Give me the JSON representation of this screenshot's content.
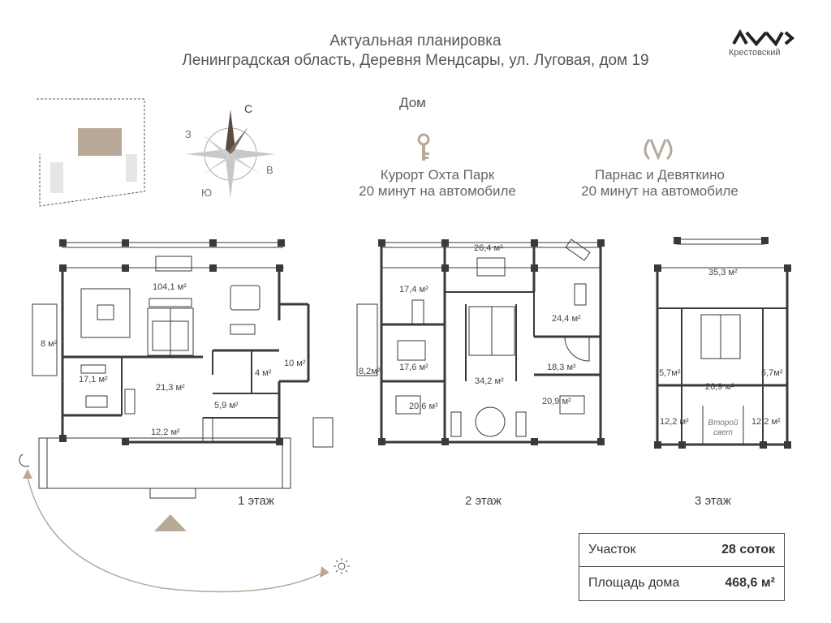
{
  "header": {
    "title": "Актуальная планировка",
    "address": "Ленинградская область, Деревня Мендсары, ул. Луговая, дом 19",
    "section": "Дом"
  },
  "logo": {
    "text": "Крестовский"
  },
  "compass": {
    "north": "С",
    "west": "З",
    "east": "В",
    "south": "Ю"
  },
  "info": [
    {
      "icon": "key-icon",
      "line1": "Курорт Охта Парк",
      "line2": "20 минут на автомобиле"
    },
    {
      "icon": "metro-icon",
      "line1": "Парнас и Девяткино",
      "line2": "20 минут на автомобиле"
    }
  ],
  "floors": [
    {
      "label": "1 этаж",
      "rooms": [
        "104,1 м²",
        "8 м²",
        "17,1 м²",
        "21,3 м²",
        "4 м²",
        "10 м²",
        "5,9 м²",
        "12,2 м²"
      ]
    },
    {
      "label": "2 этаж",
      "rooms": [
        "26,4 м²",
        "17,4 м²",
        "24,4 м²",
        "8,2м²",
        "17,6 м²",
        "34,2 м²",
        "18,3 м²",
        "20,6 м²",
        "20,9 м²"
      ]
    },
    {
      "label": "3 этаж",
      "rooms": [
        "35,3 м²",
        "5,7м²",
        "26,9 м²",
        "5,7м²",
        "12,2 м²",
        "12,2 м²"
      ],
      "note_line1": "Второй",
      "note_line2": "свет"
    }
  ],
  "summary": [
    {
      "label": "Участок",
      "value": "28 соток"
    },
    {
      "label": "Площадь дома",
      "value": "468,6 м²"
    }
  ],
  "colors": {
    "wall": "#3a3a3a",
    "accent": "#b8a898",
    "text": "#555555"
  }
}
